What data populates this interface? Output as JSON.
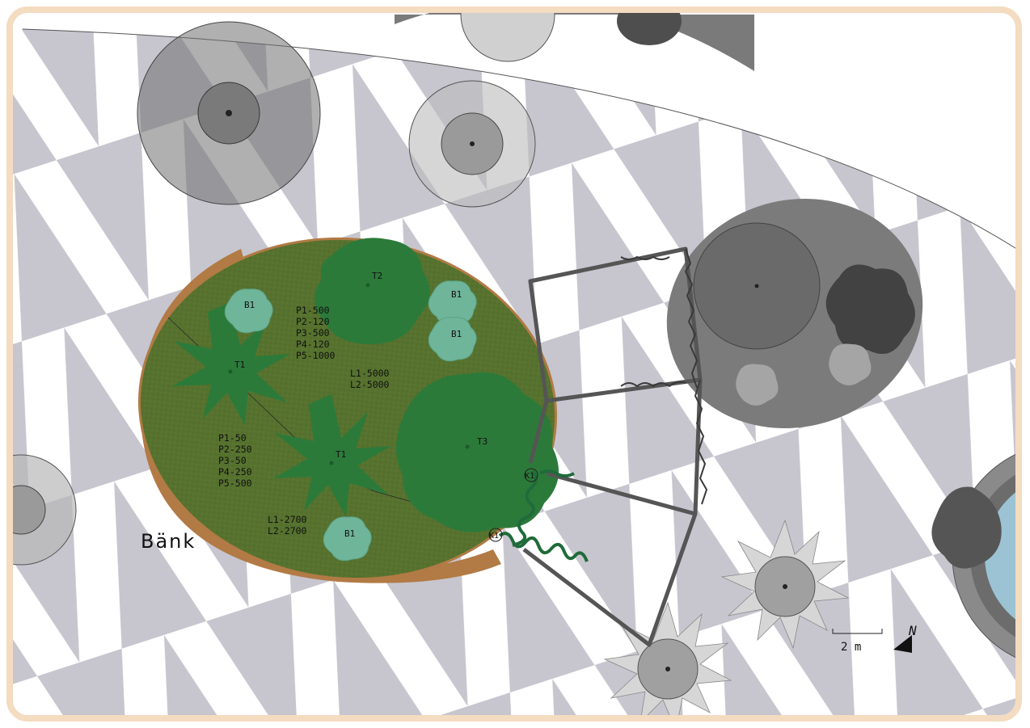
{
  "title": "",
  "colors": {
    "frame": "#f3dcc0",
    "tile_gray": "#c7c6cf",
    "lawn": "#56722e",
    "lawn_edge": "#b27a45",
    "tree_green": "#2c7a3a",
    "shrub_light": "#6fb59a",
    "gray_canopy": "#7d7d7d",
    "water": "#9bc3d4",
    "path": "#555555",
    "climber": "#1f6b3a"
  },
  "labels": {
    "bench": "Bänk",
    "t1_a": "T1",
    "t1_b": "T1",
    "t2": "T2",
    "t3": "T3",
    "b1_a": "B1",
    "b1_b": "B1",
    "b1_c": "B1",
    "b1_d": "B1",
    "k1_a": "K1",
    "k1_b": "K1"
  },
  "plant_lists": {
    "upper": [
      "P1-500",
      "P2-120",
      "P3-500",
      "P4-120",
      "P5-1000"
    ],
    "mid": [
      "L1-5000",
      "L2-5000"
    ],
    "left": [
      "P1-50",
      "P2-250",
      "P3-50",
      "P4-250",
      "P5-500"
    ],
    "bottom": [
      "L1-2700",
      "L2-2700"
    ]
  },
  "scale": {
    "label": "2 m"
  },
  "north": {
    "label": "N",
    "icon": "north-arrow-icon"
  }
}
